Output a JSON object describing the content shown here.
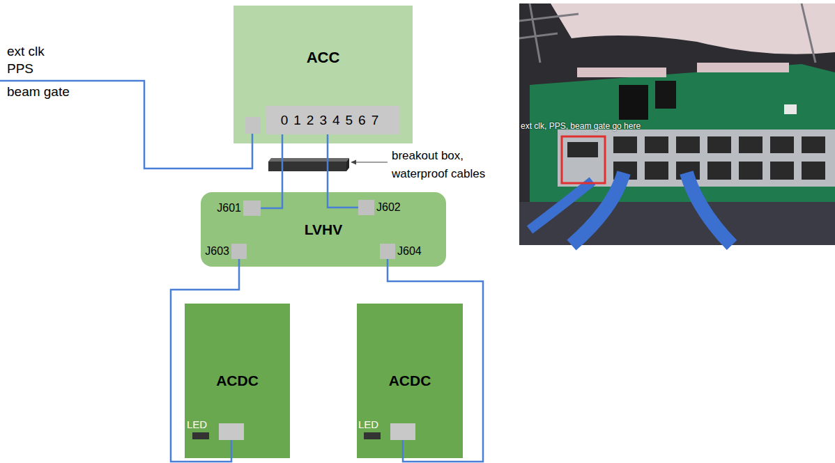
{
  "diagram": {
    "nodes": [
      {
        "text": [
          "ACC"
        ]
      },
      {
        "text": [
          "01234567"
        ],
        "in": 0
      },
      {
        "text": [
          "LVHV"
        ]
      },
      {
        "text": [
          "J601"
        ],
        "in": 2
      },
      {
        "text": [
          "J602"
        ],
        "in": 2
      },
      {
        "text": [
          "J603"
        ],
        "in": 2
      },
      {
        "text": [
          "J604"
        ],
        "in": 2
      },
      {
        "text": [
          "ACDC"
        ]
      },
      {
        "text": [
          "ACDC"
        ]
      }
    ],
    "edges": [
      {
        "from": 1,
        "to": 3,
        "arrow": "none"
      },
      {
        "from": 1,
        "to": 4,
        "arrow": "none"
      },
      {
        "from": 5,
        "to": 7,
        "arrow": "none"
      },
      {
        "from": 6,
        "to": 8,
        "arrow": "none"
      }
    ],
    "labels": [
      "ext clk",
      "PPS",
      "beam gate",
      "breakout box, waterproof cables",
      "LED",
      "LED",
      "ext clk, PPS, beam gate go here"
    ]
  }
}
